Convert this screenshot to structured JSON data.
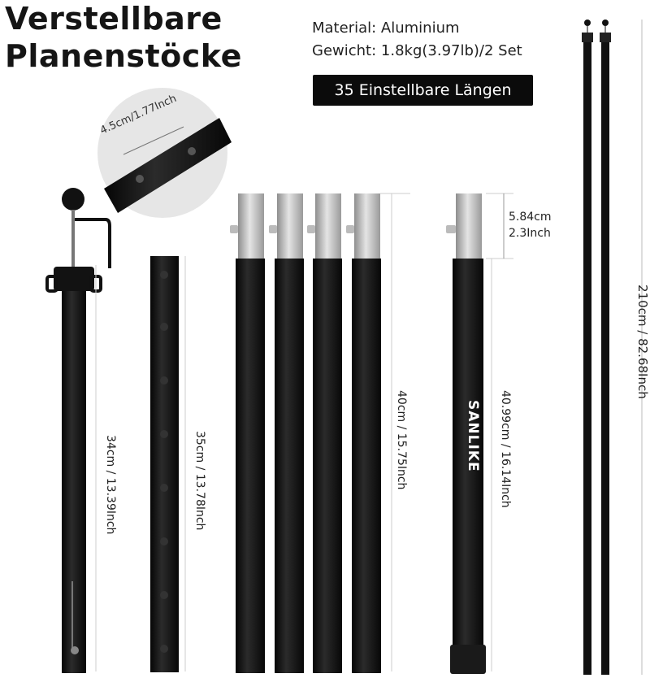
{
  "title": {
    "line1": "Verstellbare",
    "line2": "Planenstöcke"
  },
  "specs": {
    "material": "Material: Aluminium",
    "weight": "Gewicht: 1.8kg(3.97lb)/2 Set"
  },
  "badge": "35 Einstellbare Längen",
  "zoom_label": "4.5cm/1.77Inch",
  "labels": {
    "top_section": "34cm / 13.39Inch",
    "middle_section": "35cm / 13.78Inch",
    "extension_sections": "40cm / 15.75Inch",
    "bottom_section": "40.99cm / 16.14Inch",
    "full_pole": "210cm / 82.68Inch",
    "tip_cm": "5.84cm",
    "tip_inch": "2.3Inch"
  },
  "brand": "SANLIKE",
  "colors": {
    "pole": "#0f0f0f",
    "tip": "#b9b9b9",
    "badge_bg": "#0b0b0b",
    "dim_line": "#999999"
  }
}
